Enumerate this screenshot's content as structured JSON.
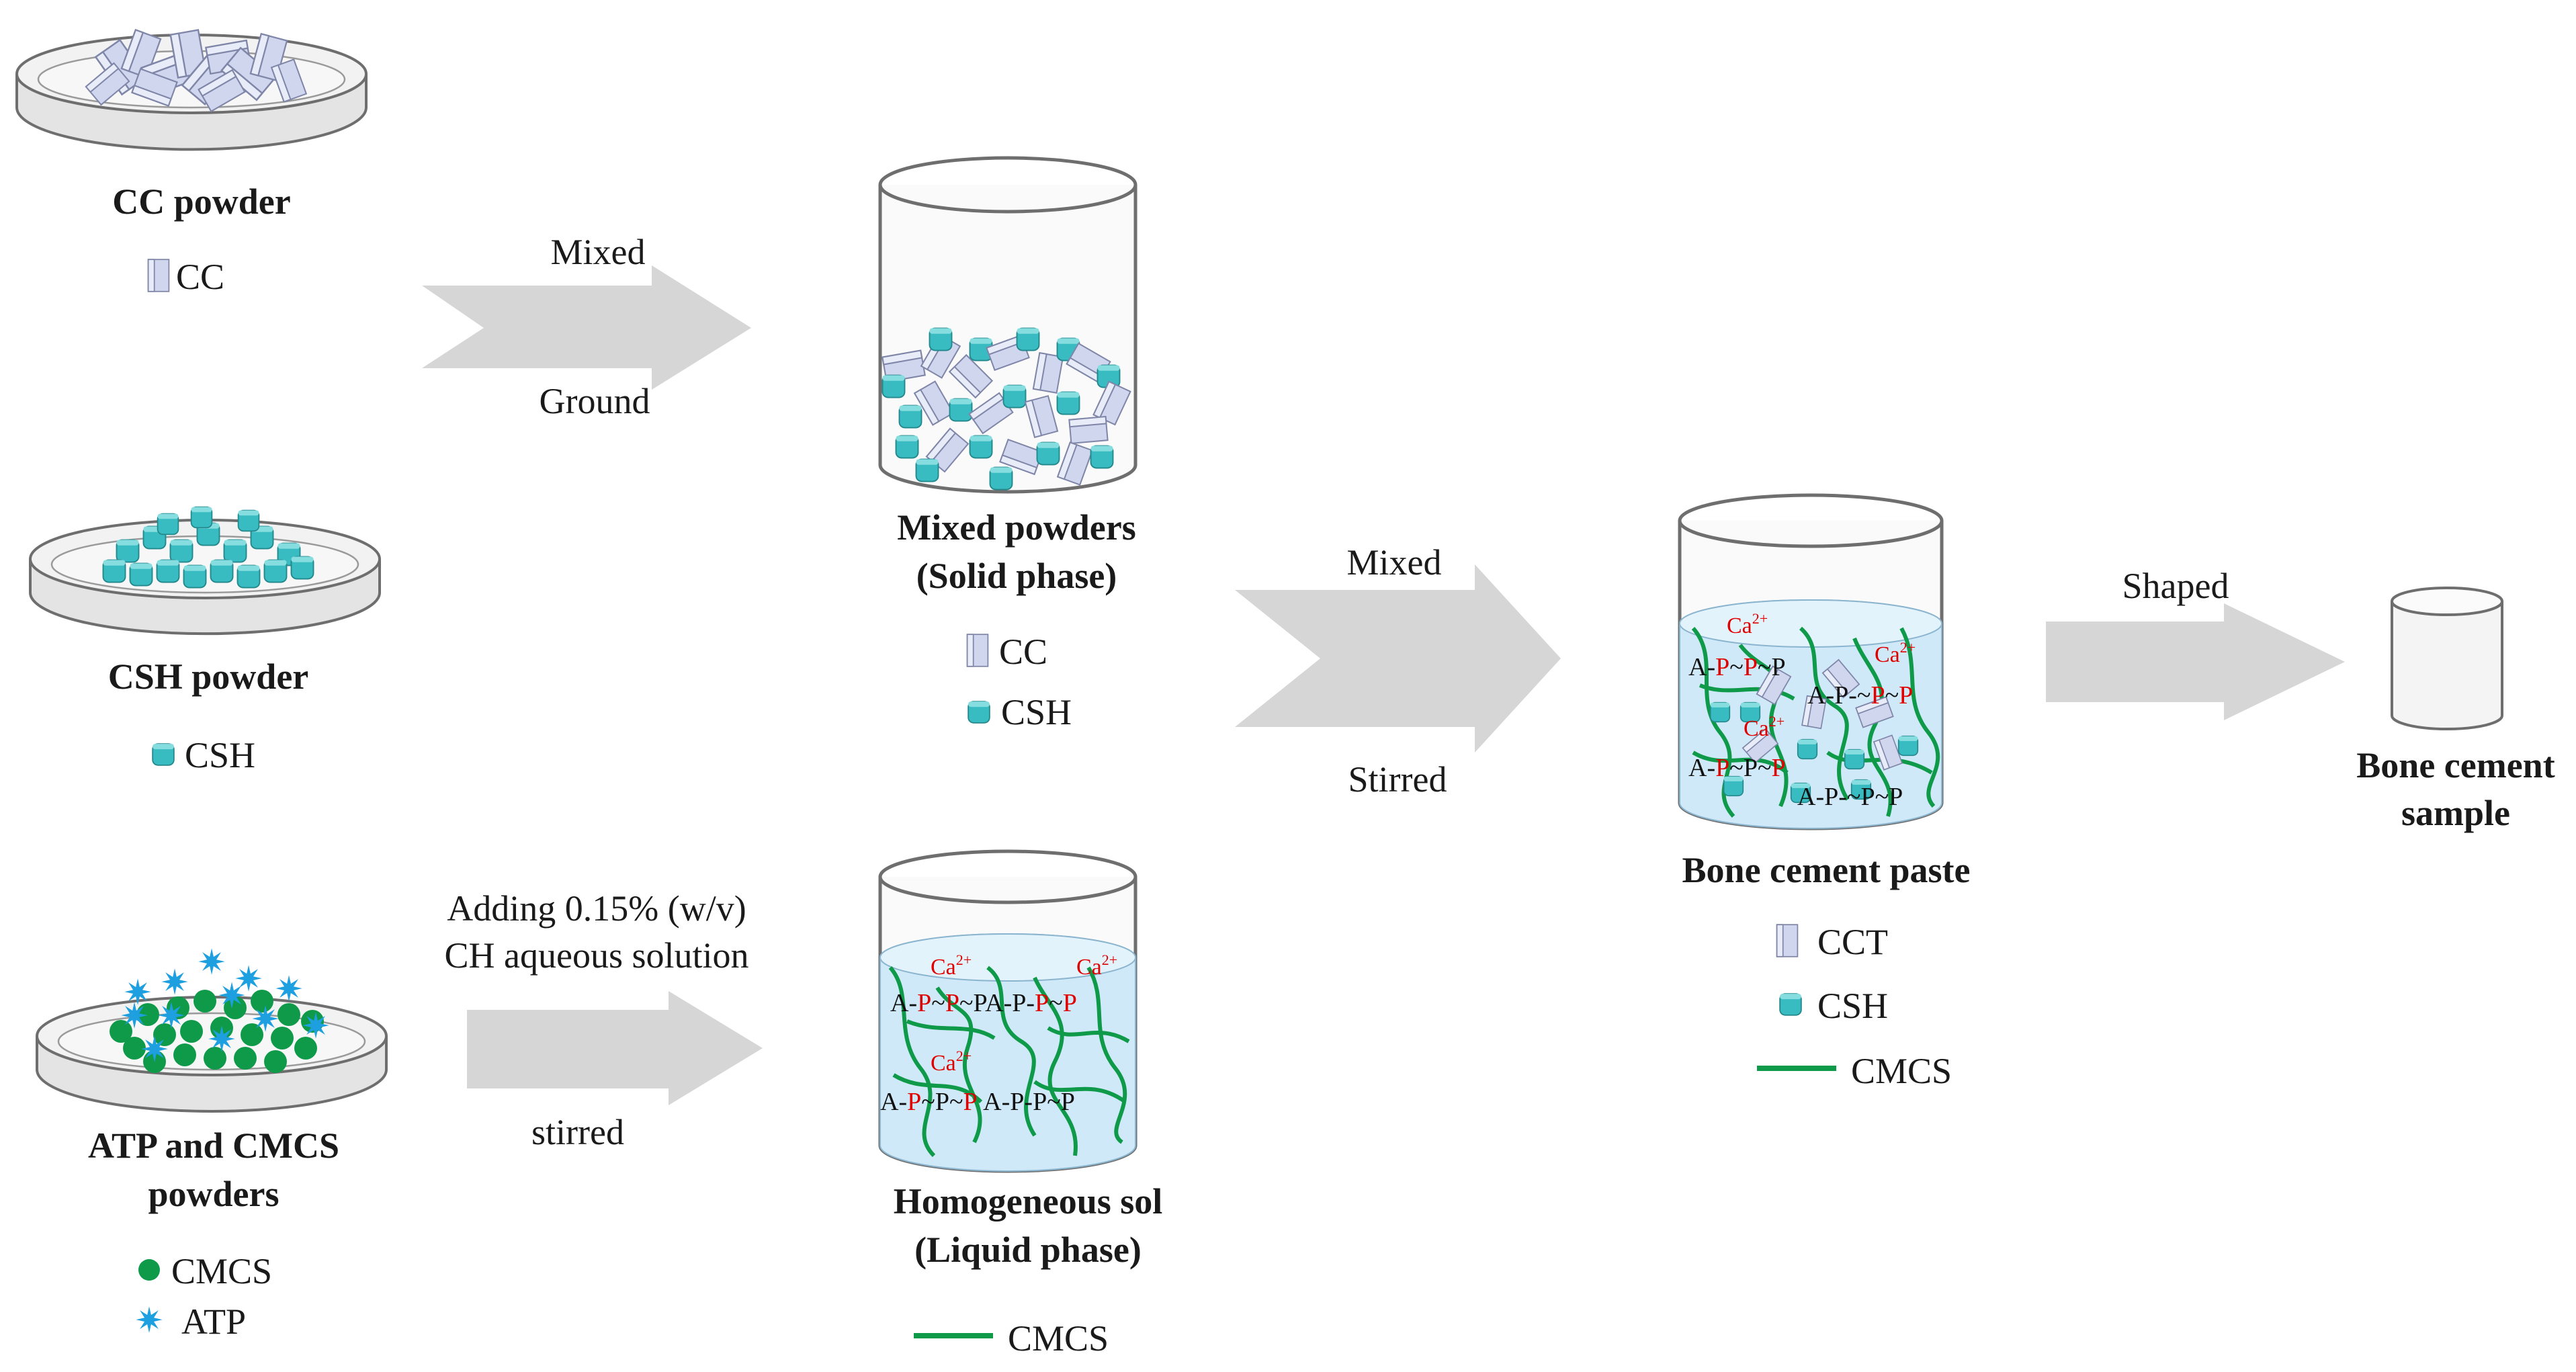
{
  "colors": {
    "cc_fill": "#cfd6ee",
    "cc_stroke": "#7f86a8",
    "csh_fill": "#38bcc2",
    "csh_stroke": "#23888c",
    "cmcs": "#0f9a4a",
    "atp": "#1e9fe0",
    "arrow": "#d6d6d6",
    "liquid": "#cfe9f8",
    "calcium_red": "#e00000"
  },
  "sources": {
    "cc": {
      "title": "CC powder",
      "legend": [
        {
          "icon": "cc-crystal-icon",
          "label": "CC"
        }
      ]
    },
    "csh": {
      "title": "CSH powder",
      "legend": [
        {
          "icon": "csh-granule-icon",
          "label": "CSH"
        }
      ]
    },
    "atp_cmcs": {
      "title_lines": [
        "ATP and CMCS",
        "powders"
      ],
      "legend": [
        {
          "icon": "cmcs-dot-icon",
          "label": "CMCS"
        },
        {
          "icon": "atp-star-icon",
          "label": "ATP"
        }
      ]
    }
  },
  "arrows": {
    "mix_ground": {
      "top": "Mixed",
      "bottom": "Ground"
    },
    "adding": {
      "top_lines": [
        "Adding 0.15% (w/v)",
        "CH aqueous solution"
      ],
      "bottom": "stirred"
    },
    "mix_stir": {
      "top": "Mixed",
      "bottom": "Stirred"
    },
    "shape": {
      "top": "Shaped"
    }
  },
  "solid_phase": {
    "title_lines": [
      "Mixed powders",
      "(Solid phase)"
    ],
    "legend": [
      {
        "icon": "cc-crystal-icon",
        "label": "CC"
      },
      {
        "icon": "csh-granule-icon",
        "label": "CSH"
      }
    ]
  },
  "liquid_phase": {
    "title_lines": [
      "Homogeneous sol",
      "(Liquid phase)"
    ],
    "legend": [
      {
        "icon": "cmcs-line-icon",
        "label": "CMCS"
      }
    ],
    "chem_parts": {
      "a": "A-",
      "p": "P",
      "tilde": "~",
      "a_pa": "~PA-P-",
      "tail": "~P",
      "dash": "-",
      "a_p": "A-P-",
      "calcium": "Ca",
      "charge": "2+"
    }
  },
  "paste": {
    "title": "Bone cement paste",
    "legend": [
      {
        "icon": "cct-crystal-icon",
        "label": "CCT"
      },
      {
        "icon": "csh-granule-icon",
        "label": "CSH"
      },
      {
        "icon": "cmcs-line-icon",
        "label": "CMCS"
      }
    ]
  },
  "sample": {
    "title_lines": [
      "Bone cement",
      "sample"
    ]
  }
}
